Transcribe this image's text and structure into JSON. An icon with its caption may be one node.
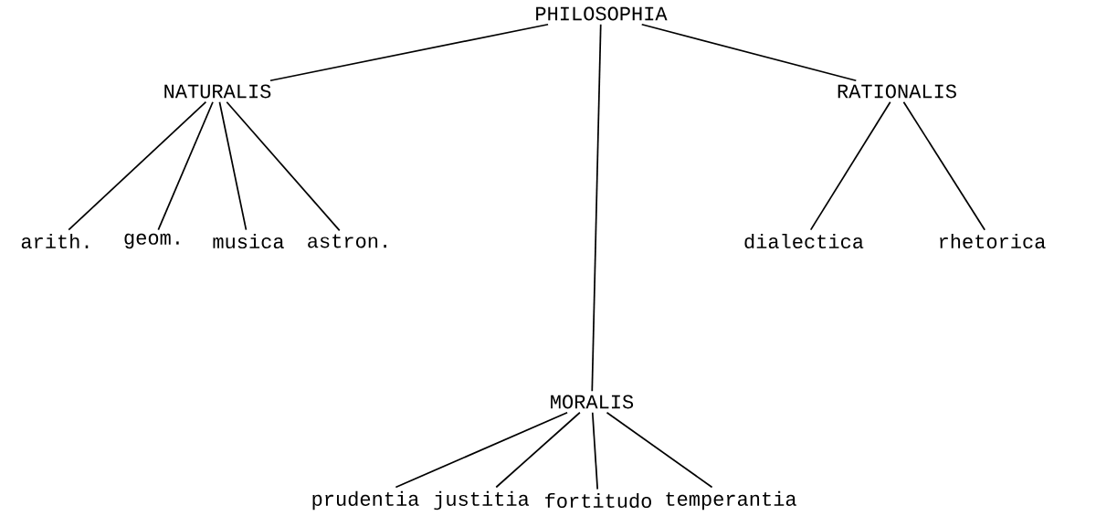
{
  "diagram": {
    "nodes": [
      {
        "text": [
          "PHILOSOPHIA"
        ]
      },
      {
        "text": [
          "NATURALIS"
        ]
      },
      {
        "text": [
          "RATIONALIS"
        ]
      },
      {
        "text": [
          "arith."
        ]
      },
      {
        "text": [
          "geom."
        ]
      },
      {
        "text": [
          "musica"
        ]
      },
      {
        "text": [
          "astron."
        ]
      },
      {
        "text": [
          "dialectica"
        ]
      },
      {
        "text": [
          "rhetorica"
        ]
      },
      {
        "text": [
          "MORALIS"
        ]
      },
      {
        "text": [
          "prudentia"
        ]
      },
      {
        "text": [
          "justitia"
        ]
      },
      {
        "text": [
          "fortitudo"
        ]
      },
      {
        "text": [
          "temperantia"
        ]
      }
    ],
    "edges": [
      {
        "from": 0,
        "to": 1,
        "arrow": "none"
      },
      {
        "from": 0,
        "to": 9,
        "arrow": "none"
      },
      {
        "from": 0,
        "to": 2,
        "arrow": "none"
      },
      {
        "from": 1,
        "to": 3,
        "arrow": "none"
      },
      {
        "from": 1,
        "to": 4,
        "arrow": "none"
      },
      {
        "from": 1,
        "to": 5,
        "arrow": "none"
      },
      {
        "from": 1,
        "to": 6,
        "arrow": "none"
      },
      {
        "from": 2,
        "to": 7,
        "arrow": "none"
      },
      {
        "from": 2,
        "to": 8,
        "arrow": "none"
      },
      {
        "from": 9,
        "to": 10,
        "arrow": "none"
      },
      {
        "from": 9,
        "to": 11,
        "arrow": "none"
      },
      {
        "from": 9,
        "to": 12,
        "arrow": "none"
      },
      {
        "from": 9,
        "to": 13,
        "arrow": "none"
      }
    ]
  }
}
